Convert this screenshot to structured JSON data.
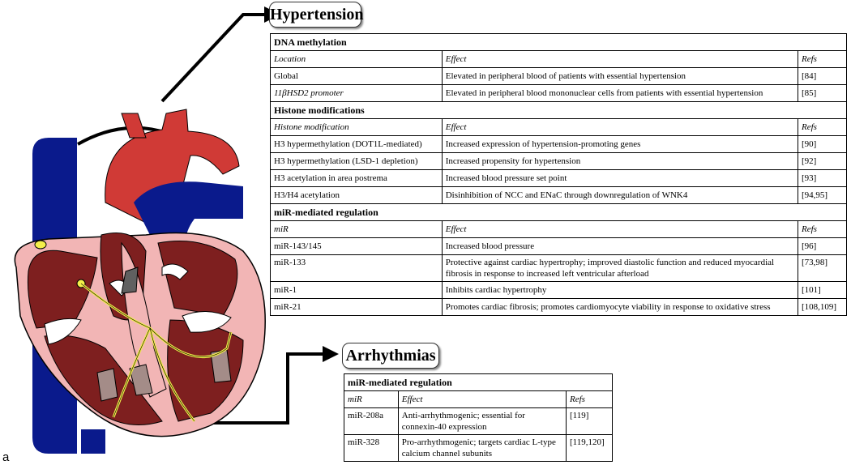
{
  "panel_label": "a",
  "hypertension": {
    "title": "Hypertension",
    "sections": [
      {
        "heading": "DNA methylation",
        "columns": [
          "Location",
          "Effect",
          "Refs"
        ],
        "rows": [
          [
            "Global",
            "Elevated in peripheral blood of patients with essential hypertension",
            "[84]"
          ],
          [
            "11βHSD2 promoter",
            "Elevated in peripheral blood mononuclear cells from patients with essential hypertension",
            "[85]"
          ]
        ]
      },
      {
        "heading": "Histone modifications",
        "columns": [
          "Histone modification",
          "Effect",
          "Refs"
        ],
        "rows": [
          [
            "H3 hypermethylation (DOT1L-mediated)",
            "Increased expression of hypertension-promoting genes",
            "[90]"
          ],
          [
            "H3 hypermethylation (LSD-1 depletion)",
            "Increased propensity for hypertension",
            "[92]"
          ],
          [
            "H3 acetylation in area postrema",
            "Increased blood pressure set point",
            "[93]"
          ],
          [
            "H3/H4 acetylation",
            "Disinhibition of NCC and ENaC through downregulation of WNK4",
            "[94,95]"
          ]
        ]
      },
      {
        "heading": "miR-mediated regulation",
        "columns": [
          "miR",
          "Effect",
          "Refs"
        ],
        "rows": [
          [
            "miR-143/145",
            "Increased blood pressure",
            "[96]"
          ],
          [
            "miR-133",
            "Protective against cardiac hypertrophy; improved diastolic function and reduced myocardial fibrosis in response to increased left ventricular afterload",
            "[73,98]"
          ],
          [
            "miR-1",
            "Inhibits cardiac hypertrophy",
            "[101]"
          ],
          [
            "miR-21",
            "Promotes cardiac fibrosis; promotes cardiomyocyte viability in response to oxidative stress",
            "[108,109]"
          ]
        ]
      }
    ]
  },
  "arrhythmias": {
    "title": "Arrhythmias",
    "heading": "miR-mediated regulation",
    "columns": [
      "miR",
      "Effect",
      "Refs"
    ],
    "rows": [
      [
        "miR-208a",
        "Anti-arrhythmogenic; essential for connexin-40 expression",
        "[119]"
      ],
      [
        "miR-328",
        "Pro-arrhythmogenic; targets cardiac L-type calcium channel subunits",
        "[119,120]"
      ]
    ]
  },
  "colors": {
    "aorta_red": "#D03A36",
    "vein_blue": "#0A1A8C",
    "myocardium": "#7E1F1F",
    "wall_pink": "#F2B5B5",
    "conduction_yellow": "#F4EE4A",
    "valve_grey": "#A48C88"
  }
}
